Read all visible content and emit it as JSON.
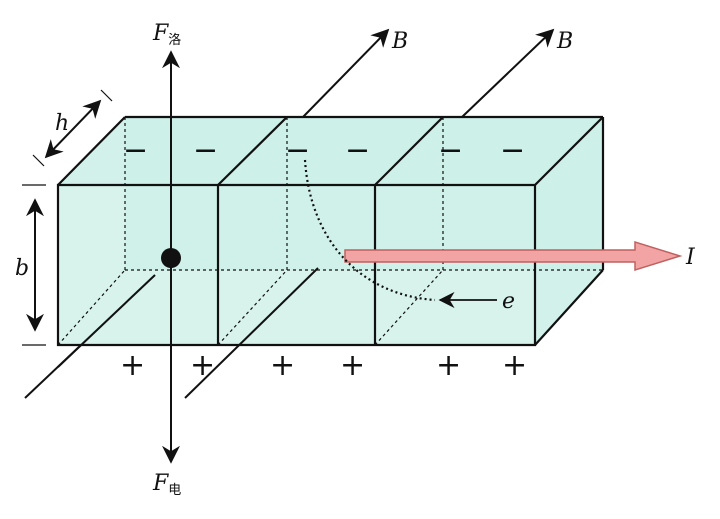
{
  "labels": {
    "f_top": "F",
    "f_top_sub": "洛",
    "f_bottom": "F",
    "f_bottom_sub": "电",
    "b1": "B",
    "b2": "B",
    "height": "b",
    "depth": "h",
    "current": "I",
    "electron": "e"
  },
  "charges": {
    "top": [
      "−",
      "−",
      "−",
      "−",
      "−",
      "−"
    ],
    "bottom": [
      "+",
      "+",
      "+",
      "+",
      "+",
      "+"
    ]
  },
  "colors": {
    "box_fill": "#c9efe6",
    "box_edge": "#111111",
    "current_arrow": "#f2a3a3",
    "current_arrow_edge": "#c06060",
    "line": "#111111"
  }
}
